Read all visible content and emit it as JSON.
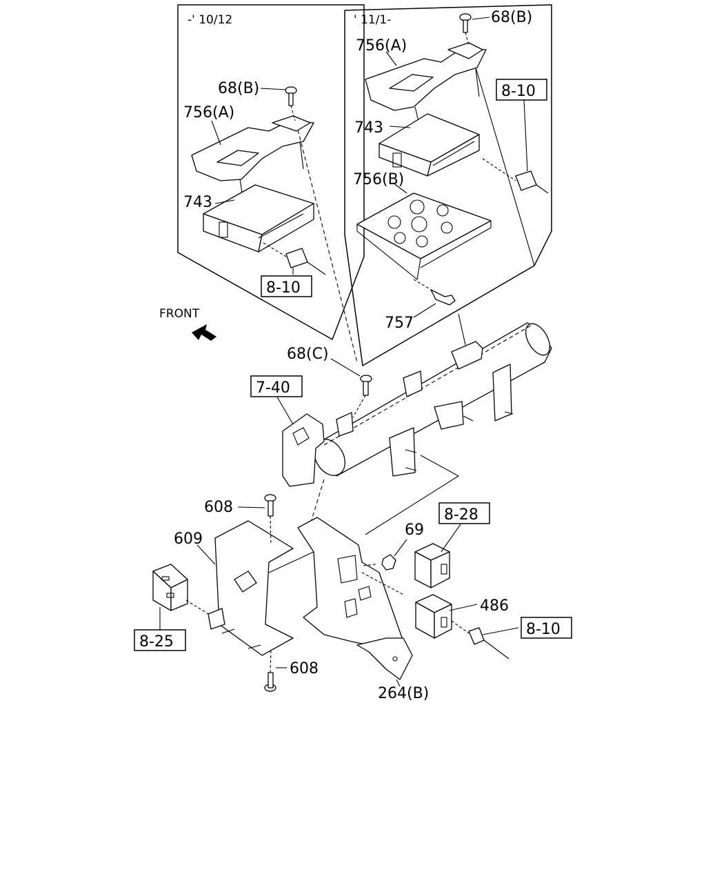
{
  "panels": {
    "left_range": "-' 10/12",
    "right_range": "' 11/1-"
  },
  "direction": {
    "label": "FRONT"
  },
  "callouts": {
    "c68b_left": "68(B)",
    "c756a_left": "756(A)",
    "c743_left": "743",
    "ref810_left": "8-10",
    "c68b_right": "68(B)",
    "c756a_right": "756(A)",
    "c743_right": "743",
    "c756b_right": "756(B)",
    "ref810_right": "8-10",
    "c757": "757",
    "c68c": "68(C)",
    "ref740": "7-40",
    "c608_top": "608",
    "c609": "609",
    "c69": "69",
    "ref828": "8-28",
    "c486": "486",
    "ref810_bottom": "8-10",
    "ref825": "8-25",
    "c608_bottom": "608",
    "c264b": "264(B)"
  }
}
